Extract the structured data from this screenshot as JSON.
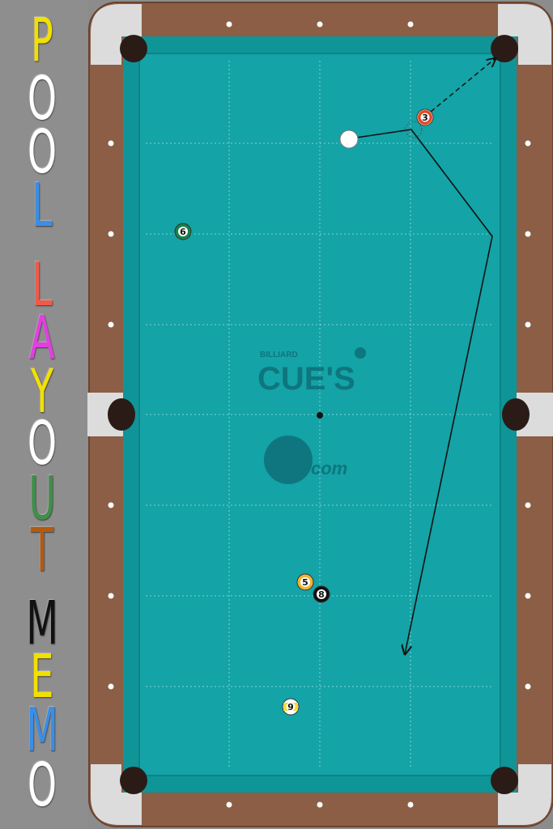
{
  "title": {
    "letters": [
      {
        "char": "P",
        "color": "#f2e000"
      },
      {
        "char": "O",
        "color": "#ffffff"
      },
      {
        "char": "O",
        "color": "#ffffff"
      },
      {
        "char": "L",
        "color": "#3a8ee6"
      },
      {
        "char": "L",
        "color": "#ef5a4a"
      },
      {
        "char": "A",
        "color": "#e23fe0"
      },
      {
        "char": "Y",
        "color": "#f2e000"
      },
      {
        "char": "O",
        "color": "#ffffff"
      },
      {
        "char": "U",
        "color": "#3f8f4a"
      },
      {
        "char": "T",
        "color": "#b35a12"
      },
      {
        "char": "M",
        "color": "#111111"
      },
      {
        "char": "E",
        "color": "#f2e000"
      },
      {
        "char": "M",
        "color": "#3a8ee6"
      },
      {
        "char": "O",
        "color": "#ffffff"
      }
    ]
  },
  "table": {
    "cloth_color": "#14a3a6",
    "rail_color": "#8b5e45",
    "logo_small": "BILLIARD",
    "logo_main": "CUE'S",
    "logo_sub": "com"
  },
  "balls": [
    {
      "number": "3",
      "color": "#e24a22",
      "stripe": true
    },
    {
      "number": "6",
      "color": "#17834a",
      "stripe": false
    },
    {
      "number": "5",
      "color": "#f0b431",
      "stripe": false
    },
    {
      "number": "8",
      "color": "#111111",
      "stripe": false
    },
    {
      "number": "9",
      "color": "#f4dc35",
      "stripe": true
    }
  ]
}
